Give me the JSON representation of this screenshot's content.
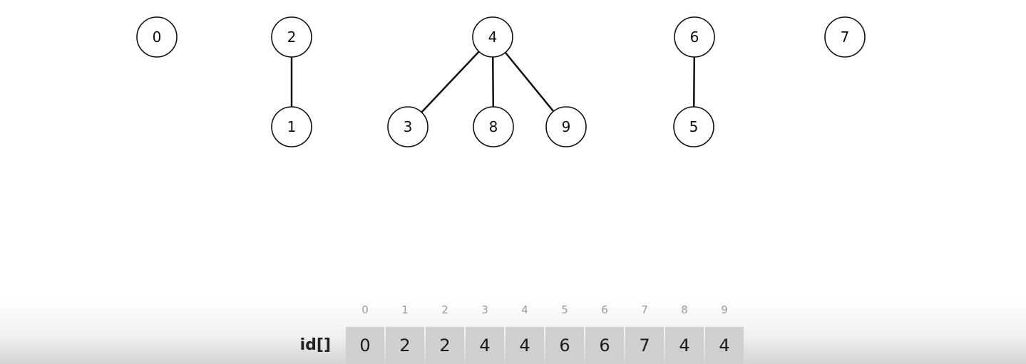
{
  "forest": {
    "nodes": [
      {
        "id": "node-0",
        "label": "0"
      },
      {
        "id": "node-2",
        "label": "2"
      },
      {
        "id": "node-4",
        "label": "4"
      },
      {
        "id": "node-6",
        "label": "6"
      },
      {
        "id": "node-7",
        "label": "7"
      },
      {
        "id": "node-1",
        "label": "1"
      },
      {
        "id": "node-3",
        "label": "3"
      },
      {
        "id": "node-8",
        "label": "8"
      },
      {
        "id": "node-9",
        "label": "9"
      },
      {
        "id": "node-5",
        "label": "5"
      }
    ],
    "edges": [
      {
        "from": "2",
        "to": "1"
      },
      {
        "from": "4",
        "to": "3"
      },
      {
        "from": "4",
        "to": "8"
      },
      {
        "from": "4",
        "to": "9"
      },
      {
        "from": "6",
        "to": "5"
      }
    ]
  },
  "array": {
    "name": "id[]",
    "indices": [
      "0",
      "1",
      "2",
      "3",
      "4",
      "5",
      "6",
      "7",
      "8",
      "9"
    ],
    "values": [
      "0",
      "2",
      "2",
      "4",
      "4",
      "6",
      "6",
      "7",
      "4",
      "4"
    ]
  }
}
